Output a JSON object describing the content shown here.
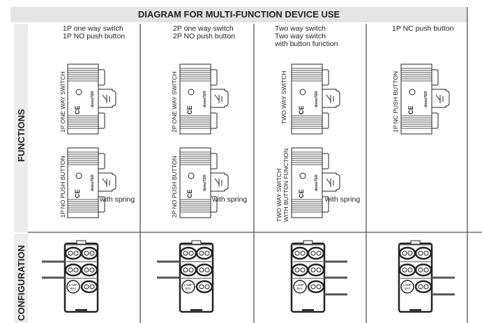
{
  "title": "DIAGRAM FOR MULTI-FUNCTION DEVICE USE",
  "rows": {
    "functions": "FUNCTIONS",
    "configuration": "CONFIGURATION"
  },
  "columns": [
    {
      "heading": [
        "1P one way switch",
        "1P NO push button"
      ],
      "top_label": "1P ONE WAY SWITCH",
      "bottom_label": [
        "1P NO PUSH BUTTON"
      ],
      "bottom_note": "with spring"
    },
    {
      "heading": [
        "2P one way switch",
        "2P NO push button"
      ],
      "top_label": "2P ONE WAY SWITCH",
      "bottom_label": [
        "2P NO PUSH BUTTON"
      ],
      "bottom_note": "with spring"
    },
    {
      "heading": [
        "Two way switch",
        "Two way switch",
        "with button function"
      ],
      "top_label": "TWO WAY SWITCH",
      "bottom_label": [
        "TWO WAY SWITCH",
        "WITH BUTTON FUNCTION"
      ],
      "bottom_note": "with spring"
    },
    {
      "heading": [
        "1P NC push button"
      ],
      "top_label": "1P NC PUSH BUTTON"
    }
  ],
  "device": {
    "brand": "domoTER",
    "mark": "CE"
  },
  "lamp_bay": [
    "LAMP",
    "BAY"
  ],
  "wires": [
    {
      "side": "left",
      "rows": [
        0,
        1
      ]
    },
    {
      "side": "left",
      "rows": [
        0,
        1
      ]
    },
    {
      "side": "right",
      "rows": [
        0,
        1,
        2
      ]
    },
    {
      "side": "right",
      "rows": [
        1,
        2
      ]
    }
  ]
}
